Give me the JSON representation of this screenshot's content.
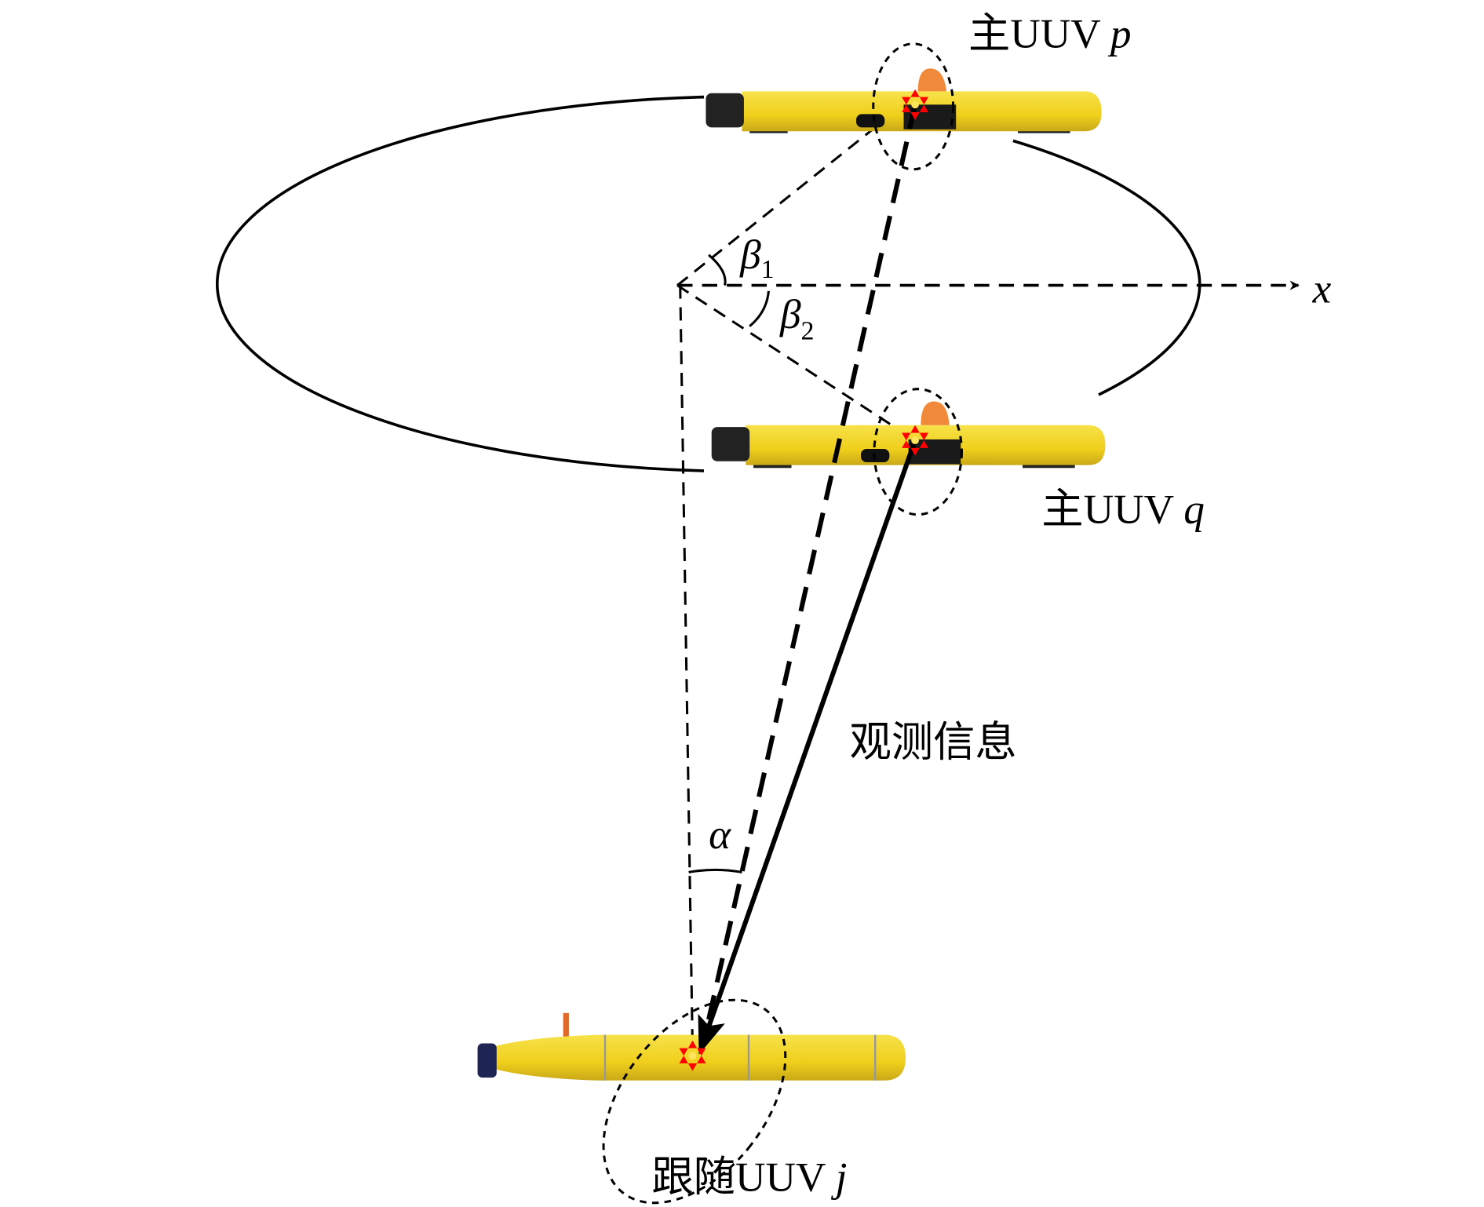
{
  "labels": {
    "leader_p": "主UUV",
    "leader_p_var": "p",
    "leader_q": "主UUV",
    "leader_q_var": "q",
    "follower": "跟随UUV",
    "follower_var": "j",
    "observation": "观测信息",
    "axis_x": "x",
    "beta": "β",
    "beta1_sub": "1",
    "beta2_sub": "2",
    "alpha": "α"
  },
  "colors": {
    "uuv_body": "#f2d21e",
    "marker": "#ff0000",
    "dome": "#f08a3a",
    "line": "#000000"
  }
}
